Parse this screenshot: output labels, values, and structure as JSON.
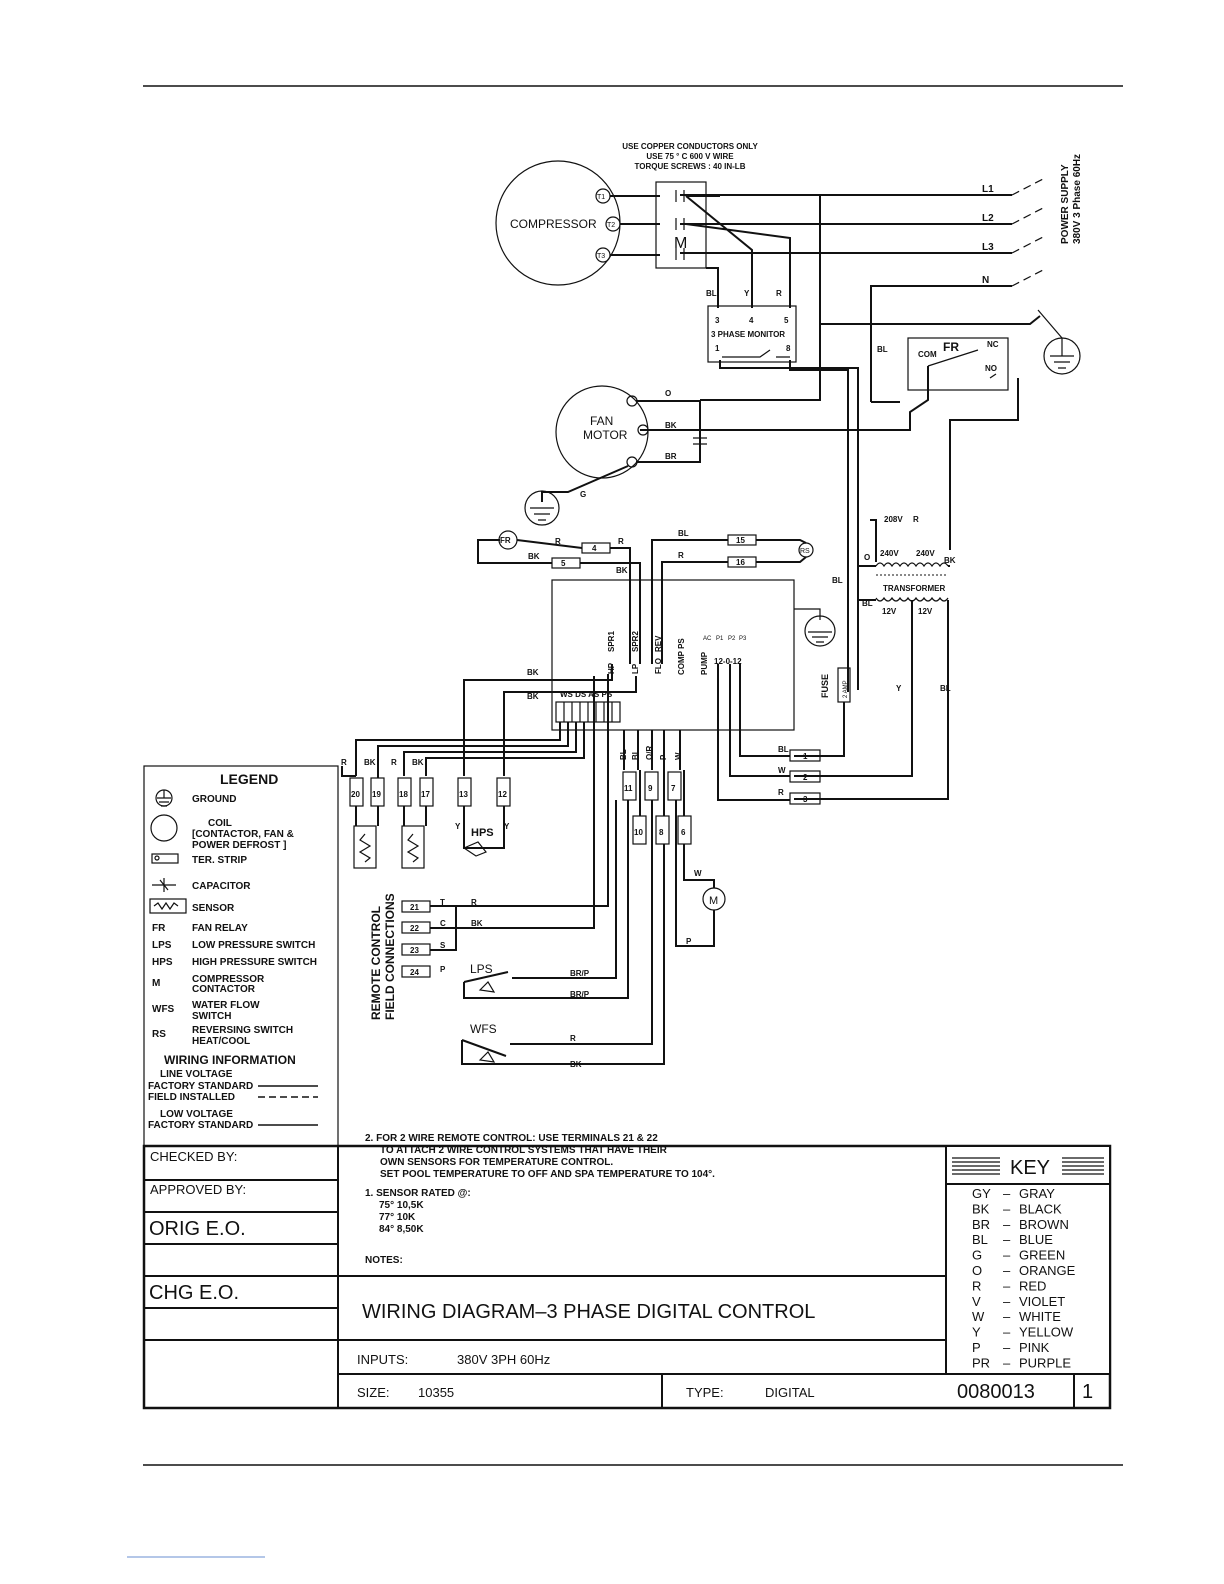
{
  "notice": [
    "USE COPPER CONDUCTORS ONLY",
    "USE 75 ° C  600 V WIRE",
    "TORQUE SCREWS : 40 IN-LB"
  ],
  "power_supply": [
    "POWER SUPPLY",
    "380V 3 Phase 60Hz"
  ],
  "lines": [
    "L1",
    "L2",
    "L3",
    "N"
  ],
  "compressor": {
    "label": "COMPRESSOR",
    "terminals": [
      "T1",
      "T2",
      "T3"
    ]
  },
  "contactor_label": "M",
  "monitor": {
    "title": "3 PHASE MONITOR",
    "top": [
      "3",
      "4",
      "5"
    ],
    "bottom": [
      "1",
      "8"
    ],
    "wires": [
      "BL",
      "Y",
      "R"
    ]
  },
  "fan_relay": {
    "label": "FR",
    "com": "COM",
    "nc": "NC",
    "no": "NO",
    "wire": "BL"
  },
  "fan_motor": {
    "label1": "FAN",
    "label2": "MOTOR",
    "wires": [
      "O",
      "BK",
      "BR"
    ],
    "ground": "G"
  },
  "transformer": {
    "label": "TRANSFORMER",
    "v208": "208V",
    "v240a": "240V",
    "v240b": "240V",
    "v12a": "12V",
    "v12b": "12V",
    "wires": [
      "R",
      "O",
      "BK",
      "BL",
      "BL",
      "Y",
      "BL"
    ]
  },
  "fuse": {
    "label": "FUSE",
    "rating": "2 AMP"
  },
  "board": {
    "terminals_top": [
      "SPR1",
      "SPR2",
      "REV",
      "COMP PS",
      "PUMP"
    ],
    "terminals_mid": [
      "HP",
      "LP",
      "FLO"
    ],
    "sensor_block": "WS DS AS PS",
    "ac_labels": [
      "AC",
      "P1",
      "P2",
      "P3"
    ],
    "voltage": "12-0-12",
    "wires": [
      "BK",
      "BK",
      "BL",
      "BL",
      "O/R",
      "P",
      "W"
    ]
  },
  "relay_loop": {
    "fr": "FR",
    "rs": "RS",
    "terms": [
      "4",
      "5",
      "15",
      "16"
    ],
    "wires": [
      "R",
      "R",
      "BK",
      "BK",
      "BL",
      "R"
    ]
  },
  "tstrip": {
    "top_labels": [
      "R",
      "BK",
      "R",
      "BK"
    ],
    "row1": [
      "20",
      "19",
      "18",
      "17",
      "13",
      "12"
    ],
    "row2": [
      "11",
      "9",
      "7"
    ],
    "row3": [
      "10",
      "8",
      "6"
    ],
    "right": [
      "1",
      "2",
      "3"
    ],
    "right_wires": [
      "BL",
      "W",
      "R"
    ],
    "hps": "HPS",
    "hps_wires": [
      "Y",
      "Y"
    ],
    "motor": "M",
    "motor_wires": [
      "W",
      "P"
    ]
  },
  "remote": {
    "title1": "REMOTE CONTROL",
    "title2": "FIELD CONNECTIONS",
    "terms": [
      "21",
      "22",
      "23",
      "24"
    ],
    "codes": [
      "T",
      "C",
      "S",
      "P"
    ],
    "wires": [
      "R",
      "BK"
    ],
    "lps": "LPS",
    "lps_wires": [
      "BR/P",
      "BR/P"
    ],
    "wfs": "WFS",
    "wfs_wires": [
      "R",
      "BK"
    ]
  },
  "legend": {
    "title": "LEGEND",
    "items": [
      {
        "sym": "",
        "text": [
          "GROUND"
        ]
      },
      {
        "sym": "",
        "text": [
          "COIL",
          "[CONTACTOR, FAN  &",
          "POWER DEFROST ]"
        ]
      },
      {
        "sym": "",
        "text": [
          "TER. STRIP"
        ]
      },
      {
        "sym": "",
        "text": [
          "CAPACITOR"
        ]
      },
      {
        "sym": "",
        "text": [
          "SENSOR"
        ]
      },
      {
        "sym": "FR",
        "text": [
          "FAN RELAY"
        ]
      },
      {
        "sym": "LPS",
        "text": [
          "LOW PRESSURE SWITCH"
        ]
      },
      {
        "sym": "HPS",
        "text": [
          "HIGH PRESSURE SWITCH"
        ]
      },
      {
        "sym": "M",
        "text": [
          "COMPRESSOR",
          "CONTACTOR"
        ]
      },
      {
        "sym": "WFS",
        "text": [
          "WATER FLOW",
          "SWITCH"
        ]
      },
      {
        "sym": "RS",
        "text": [
          "REVERSING SWITCH",
          "HEAT/COOL"
        ]
      }
    ],
    "wiring_title": "WIRING INFORMATION",
    "line_voltage": "LINE VOLTAGE",
    "factory_standard": "FACTORY STANDARD",
    "field_installed": "FIELD INSTALLED",
    "low_voltage": "LOW VOLTAGE"
  },
  "notes": {
    "note2": [
      "2. FOR 2 WIRE REMOTE CONTROL: USE TERMINALS 21 & 22",
      "TO ATTACH 2 WIRE CONTROL SYSTEMS THAT HAVE THEIR",
      "OWN SENSORS FOR TEMPERATURE CONTROL.",
      "SET POOL TEMPERATURE TO OFF AND SPA TEMPERATURE TO 104°."
    ],
    "note1": [
      "1. SENSOR RATED @:",
      "75° 10,5K",
      "77° 10K",
      "84° 8,50K"
    ],
    "heading": "NOTES:"
  },
  "title_block": {
    "checked": "CHECKED BY:",
    "approved": "APPROVED BY:",
    "orig": "ORIG E.O.",
    "chg": "CHG E.O.",
    "title": "WIRING DIAGRAM–3 PHASE DIGITAL CONTROL",
    "inputs_label": "INPUTS:",
    "inputs_value": "380V 3PH 60Hz",
    "size_label": "SIZE:",
    "size_value": "10355",
    "type_label": "TYPE:",
    "type_value": "DIGITAL",
    "number": "0080013",
    "sheet": "1"
  },
  "key": {
    "title": "KEY",
    "rows": [
      {
        "code": "GY",
        "name": "GRAY"
      },
      {
        "code": "BK",
        "name": "BLACK"
      },
      {
        "code": "BR",
        "name": "BROWN"
      },
      {
        "code": "BL",
        "name": "BLUE"
      },
      {
        "code": "G",
        "name": "GREEN"
      },
      {
        "code": "O",
        "name": "ORANGE"
      },
      {
        "code": "R",
        "name": "RED"
      },
      {
        "code": "V",
        "name": "VIOLET"
      },
      {
        "code": "W",
        "name": "WHITE"
      },
      {
        "code": "Y",
        "name": "YELLOW"
      },
      {
        "code": "P",
        "name": "PINK"
      },
      {
        "code": "PR",
        "name": "PURPLE"
      }
    ]
  }
}
